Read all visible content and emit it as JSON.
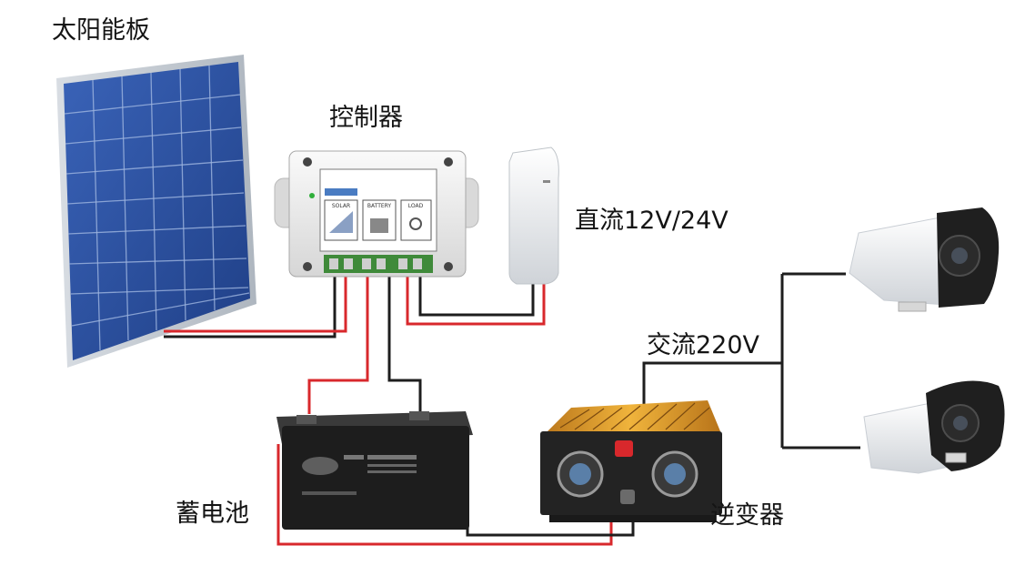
{
  "labels": {
    "solar_panel": "太阳能板",
    "controller": "控制器",
    "dc_output": "直流12V/24V",
    "ac_output": "交流220V",
    "battery": "蓄电池",
    "inverter": "逆变器"
  },
  "controller_panel": {
    "solar_tag": "SOLAR",
    "battery_tag": "BATTERY",
    "load_tag": "LOAD"
  },
  "colors": {
    "wire_red": "#d8282c",
    "wire_black": "#1e1e1e",
    "panel_blue": "#2a4f9c",
    "battery_body": "#1d1d1d",
    "inverter_gold": "#d89a2a"
  }
}
